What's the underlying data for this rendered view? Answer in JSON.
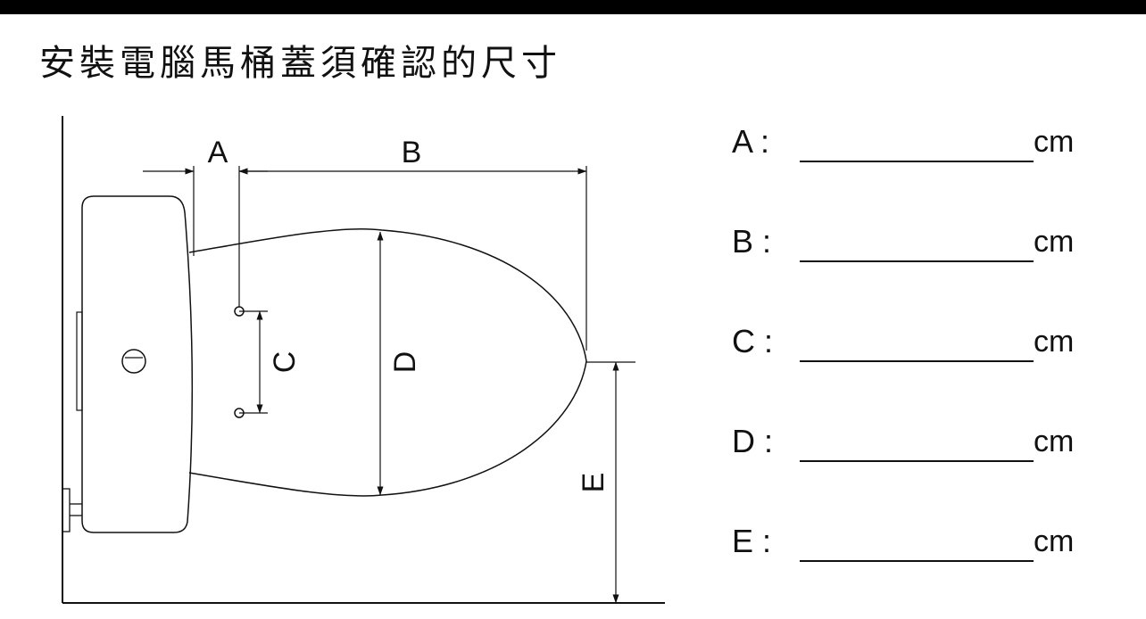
{
  "title": "安裝電腦馬桶蓋須確認的尺寸",
  "diagram": {
    "labels": {
      "a": "A",
      "b": "B",
      "c": "C",
      "d": "D",
      "e": "E"
    }
  },
  "form": {
    "rows": [
      {
        "label": "A :",
        "unit": "cm"
      },
      {
        "label": "B :",
        "unit": "cm"
      },
      {
        "label": "C :",
        "unit": "cm"
      },
      {
        "label": "D :",
        "unit": "cm"
      },
      {
        "label": "E :",
        "unit": "cm"
      }
    ]
  },
  "colors": {
    "ink": "#111111",
    "background": "#ffffff",
    "bar": "#000000"
  }
}
